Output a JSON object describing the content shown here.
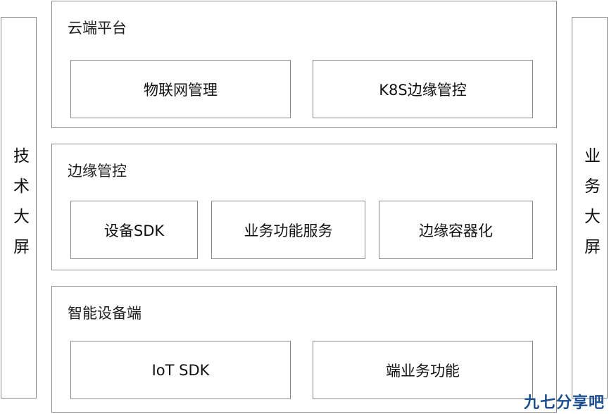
{
  "left_panel": {
    "label": "技术大屏"
  },
  "right_panel": {
    "label": "业务大屏"
  },
  "layers": [
    {
      "title": "云端平台",
      "modules": [
        "物联网管理",
        "K8S边缘管控"
      ]
    },
    {
      "title": "边缘管控",
      "modules": [
        "设备SDK",
        "业务功能服务",
        "边缘容器化"
      ]
    },
    {
      "title": "智能设备端",
      "modules": [
        "IoT SDK",
        "端业务功能"
      ]
    }
  ],
  "watermark": "九七分享吧"
}
